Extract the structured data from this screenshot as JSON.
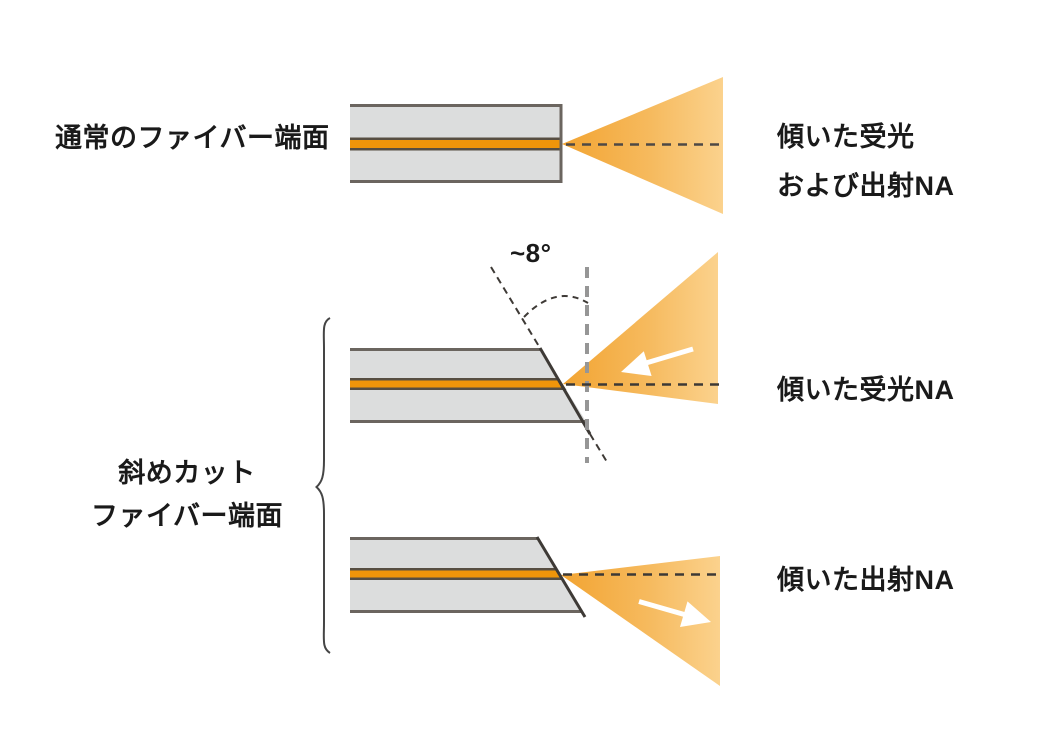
{
  "diagram": {
    "left_labels": {
      "normal_fiber": "通常のファイバー端面",
      "angled_cut_line1": "斜めカット",
      "angled_cut_line2": "ファイバー端面"
    },
    "right_labels": {
      "normal_na_line1": "傾いた受光",
      "normal_na_line2": "および出射NA",
      "tilted_receive_na": "傾いた受光NA",
      "tilted_exit_na": "傾いた出射NA"
    },
    "annotations": {
      "cut_angle": "~8°"
    },
    "icons": {
      "light_cone": "na-cone-icon",
      "arrow_in": "arrow-left-into-fiber-icon",
      "arrow_out": "arrow-right-out-of-fiber-icon",
      "brace": "left-curly-brace-icon"
    },
    "colors": {
      "cone_gradient_start": "#F2A432",
      "cone_gradient_end": "#FBD28D",
      "core_orange": "#F0950A",
      "core_border": "#574E42",
      "cladding_fill": "#DCDDDD",
      "cladding_border": "#6B655F",
      "cut_line": "#3E3A36",
      "axis_dash": "#3D3935",
      "vertical_dash": "#969696",
      "arrow_white": "#FFFFFF",
      "text": "#1A1A1A",
      "background": "#FFFFFF"
    }
  }
}
